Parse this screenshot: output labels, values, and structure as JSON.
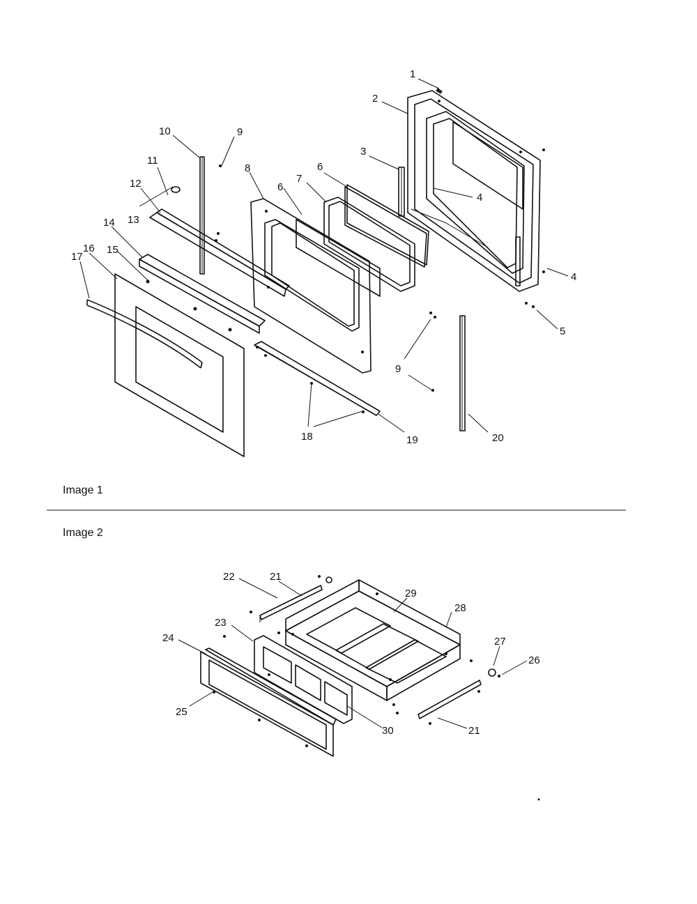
{
  "figures": [
    {
      "caption": "Image 1"
    },
    {
      "caption": "Image 2"
    }
  ],
  "callouts": {
    "c1": "1",
    "c2": "2",
    "c3": "3",
    "c4a": "4",
    "c4b": "4",
    "c5": "5",
    "c6a": "6",
    "c6b": "6",
    "c7": "7",
    "c8": "8",
    "c9a": "9",
    "c9b": "9",
    "c10": "10",
    "c11": "11",
    "c12": "12",
    "c13": "13",
    "c14": "14",
    "c15": "15",
    "c16": "16",
    "c17": "17",
    "c18": "18",
    "c19": "19",
    "c20": "20",
    "c21a": "21",
    "c21b": "21",
    "c22": "22",
    "c23": "23",
    "c24": "24",
    "c25": "25",
    "c26": "26",
    "c27": "27",
    "c28": "28",
    "c29": "29",
    "c30": "30"
  }
}
